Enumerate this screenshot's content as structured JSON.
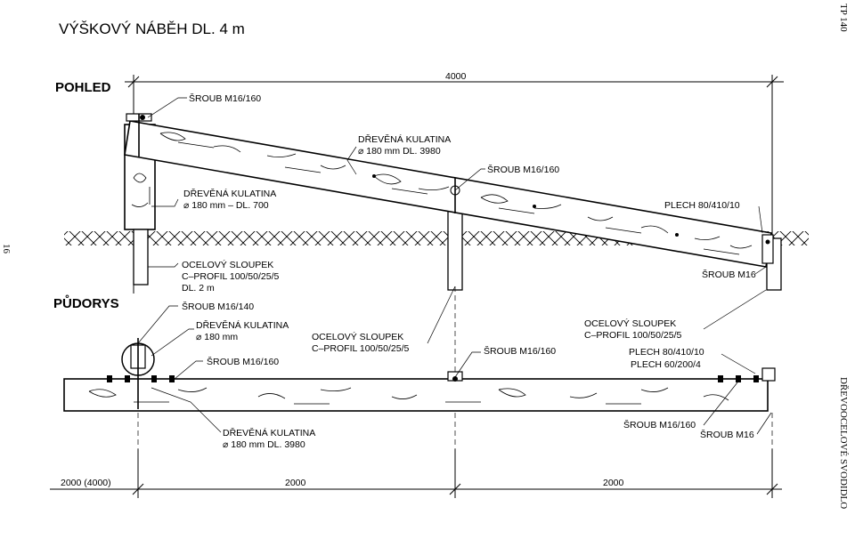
{
  "page": {
    "title": "VÝŠKOVÝ NÁBĚH DL. 4 m",
    "code": "TP 140",
    "page_number": "16",
    "section": "DŘEVOOCELOVÉ SVODIDLO"
  },
  "views": {
    "pohled": "POHLED",
    "pudorys": "PŮDORYS"
  },
  "labels": {
    "bolt_top": "ŠROUB M16/160",
    "log_long_1": "DŘEVĚNÁ KULATINA",
    "log_long_2": "⌀ 180 mm DL. 3980",
    "bolt_mid": "ŠROUB M16/160",
    "log_short_1": "DŘEVĚNÁ KULATINA",
    "log_short_2": "⌀ 180 mm – DL. 700",
    "plate_end": "PLECH 80/410/10",
    "post_1": "OCELOVÝ SLOUPEK",
    "post_2": "C–PROFIL 100/50/25/5",
    "post_3": "DL. 2 m",
    "bolt_m16_right": "ŠROUB M16",
    "bolt_140": "ŠROUB M16/140",
    "log_plan_1": "DŘEVĚNÁ KULATINA",
    "log_plan_2": "⌀ 180 mm",
    "bolt_plan_left": "ŠROUB M16/160",
    "post_mid_1": "OCELOVÝ SLOUPEK",
    "post_mid_2": "C–PROFIL 100/50/25/5",
    "bolt_plan_mid": "ŠROUB M16/160",
    "post_right_1": "OCELOVÝ SLOUPEK",
    "post_right_2": "C–PROFIL 100/50/25/5",
    "plate_right_1": "PLECH 80/410/10",
    "plate_right_2": "PLECH 60/200/4",
    "log_bottom_1": "DŘEVĚNÁ KULATINA",
    "log_bottom_2": "⌀ 180 mm DL. 3980",
    "bolt_bottom_right": "ŠROUB M16/160",
    "bolt_m16_bottom": "ŠROUB M16"
  },
  "dimensions": {
    "top_length": "4000",
    "bottom_left": "2000 (4000)",
    "bottom_mid": "2000",
    "bottom_right": "2000"
  }
}
